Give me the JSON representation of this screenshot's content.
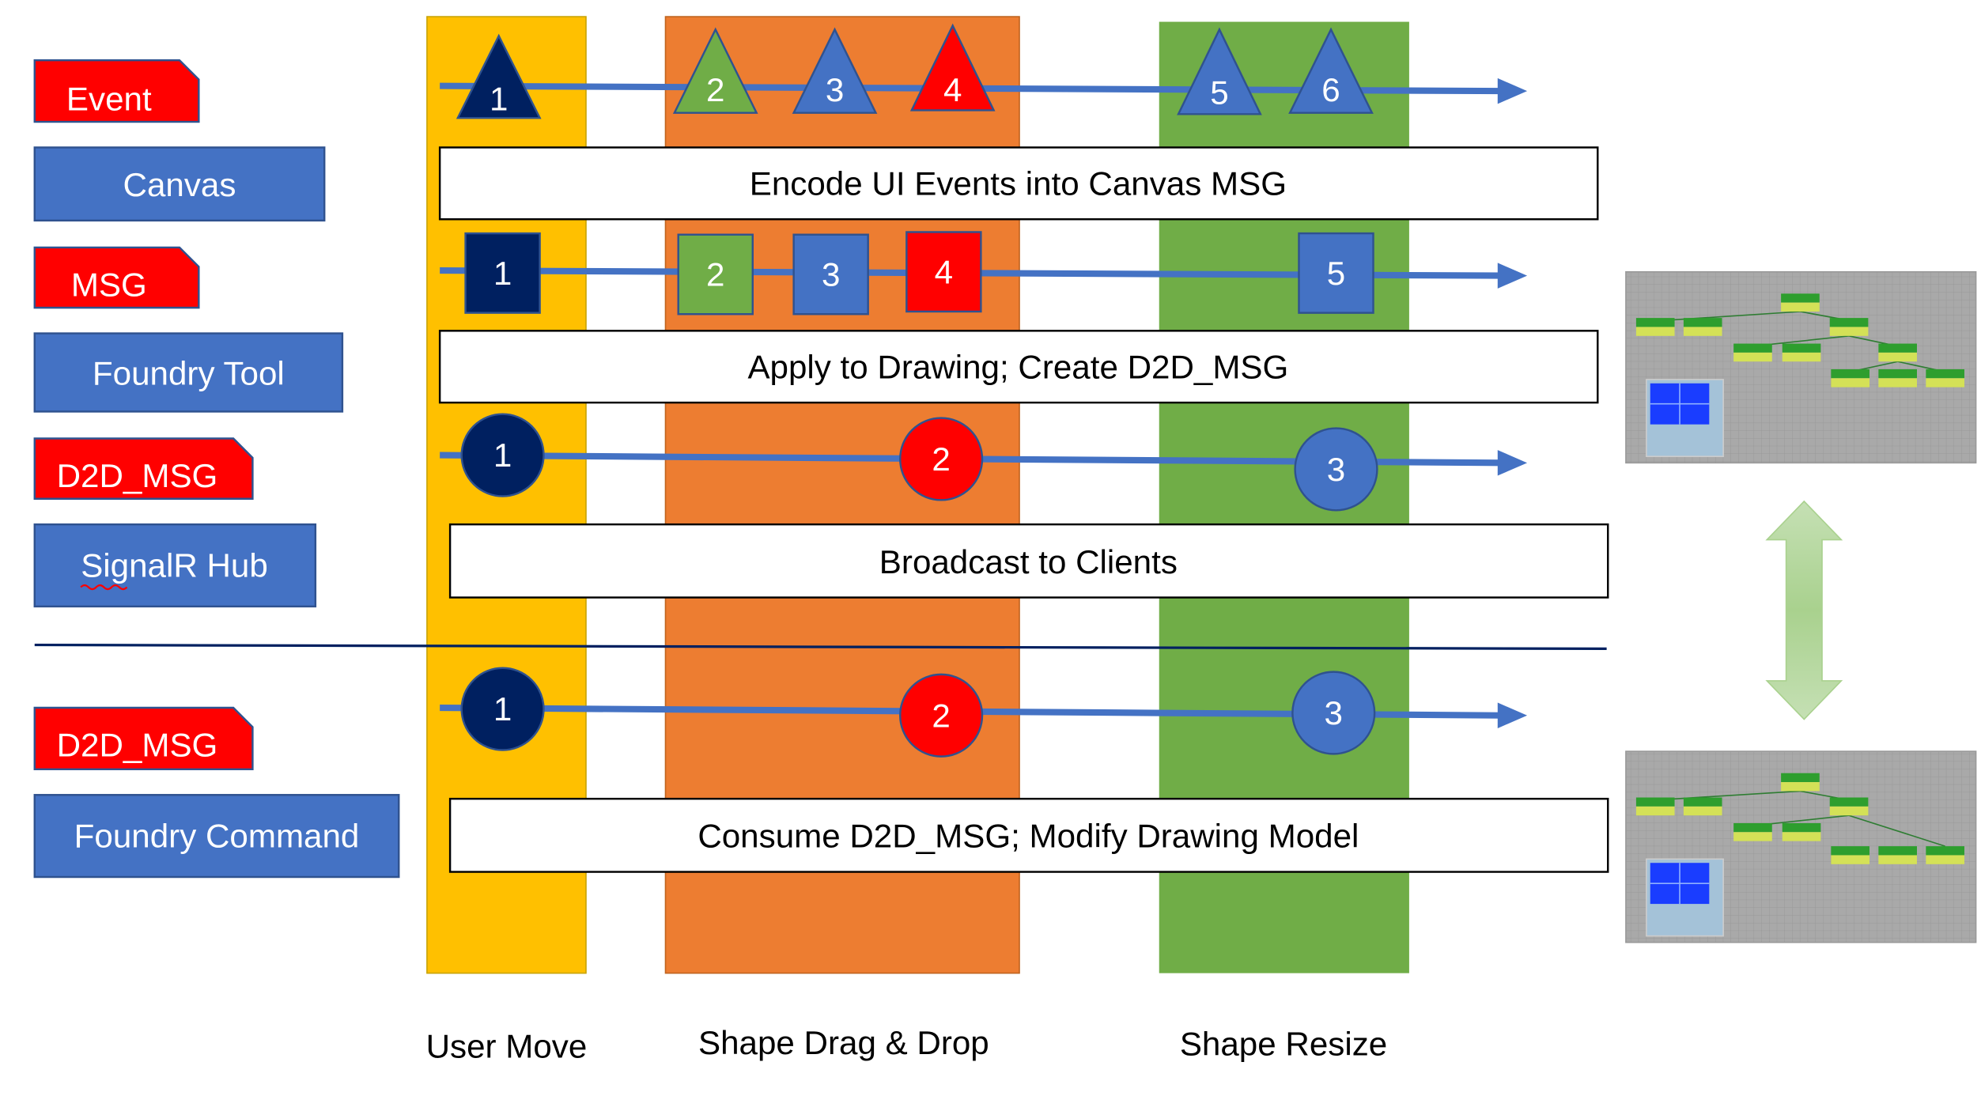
{
  "legend": [
    {
      "label": "Event",
      "kind": "tag",
      "color": "#ff0000"
    },
    {
      "label": "Canvas",
      "kind": "box",
      "color": "#4472c4"
    },
    {
      "label": "MSG",
      "kind": "tag",
      "color": "#ff0000"
    },
    {
      "label": "Foundry Tool",
      "kind": "box",
      "color": "#4472c4"
    },
    {
      "label": "D2D_MSG",
      "kind": "tag",
      "color": "#ff0000"
    },
    {
      "label": "SignalR Hub",
      "kind": "box",
      "color": "#4472c4"
    },
    {
      "label": "D2D_MSG",
      "kind": "tag",
      "color": "#ff0000"
    },
    {
      "label": "Foundry Command",
      "kind": "box",
      "color": "#4472c4"
    }
  ],
  "columns": [
    {
      "label": "User Move",
      "color": "#ffc000"
    },
    {
      "label": "Shape Drag & Drop",
      "color": "#ed7d31"
    },
    {
      "label": "Shape Resize",
      "color": "#70ad47"
    }
  ],
  "stages": [
    "Encode UI Events into Canvas MSG",
    "Apply to Drawing;  Create D2D_MSG",
    "Broadcast to Clients",
    "Consume D2D_MSG;  Modify Drawing Model"
  ],
  "timelines": {
    "events": [
      {
        "n": "1",
        "color": "#002060"
      },
      {
        "n": "2",
        "color": "#70ad47"
      },
      {
        "n": "3",
        "color": "#4472c4"
      },
      {
        "n": "4",
        "color": "#ff0000"
      },
      {
        "n": "5",
        "color": "#4472c4"
      },
      {
        "n": "6",
        "color": "#4472c4"
      }
    ],
    "messages": [
      {
        "n": "1",
        "color": "#002060"
      },
      {
        "n": "2",
        "color": "#70ad47"
      },
      {
        "n": "3",
        "color": "#4472c4"
      },
      {
        "n": "4",
        "color": "#ff0000"
      },
      {
        "n": "5",
        "color": "#4472c4"
      }
    ],
    "d2d_out": [
      {
        "n": "1",
        "color": "#002060"
      },
      {
        "n": "2",
        "color": "#ff0000"
      },
      {
        "n": "3",
        "color": "#4472c4"
      }
    ],
    "d2d_in": [
      {
        "n": "1",
        "color": "#002060"
      },
      {
        "n": "2",
        "color": "#ff0000"
      },
      {
        "n": "3",
        "color": "#4472c4"
      }
    ]
  },
  "colors": {
    "line": "#4472c4",
    "divider": "#002060",
    "sync_arrow": "#a9d18e"
  }
}
